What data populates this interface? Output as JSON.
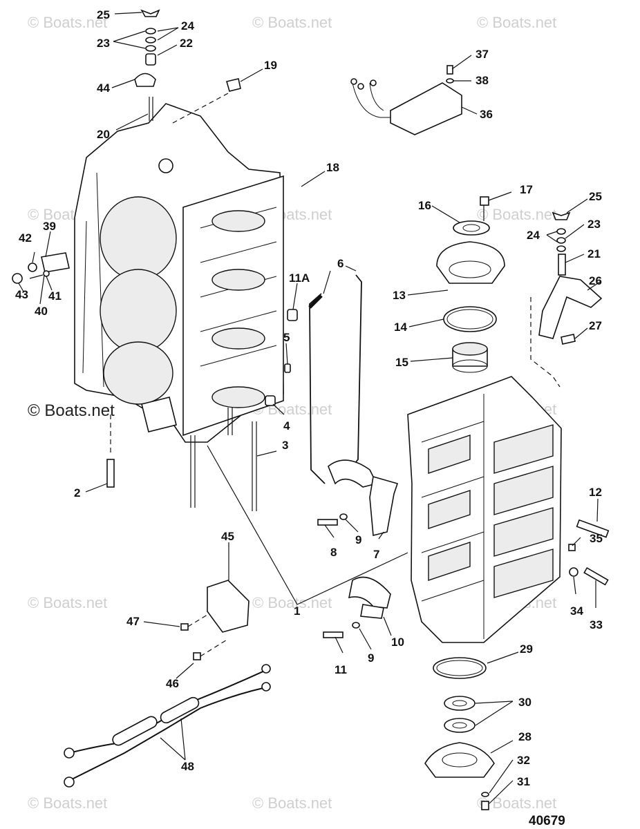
{
  "watermark": "© Boats.net",
  "figure_id": "40679",
  "labels": {
    "l1": "1",
    "l2": "2",
    "l3": "3",
    "l4": "4",
    "l5": "5",
    "l6": "6",
    "l7": "7",
    "l8": "8",
    "l9a": "9",
    "l9b": "9",
    "l10": "10",
    "l11": "11",
    "l11a": "11A",
    "l12": "12",
    "l13": "13",
    "l14": "14",
    "l15": "15",
    "l16": "16",
    "l17": "17",
    "l18": "18",
    "l19": "19",
    "l20": "20",
    "l21": "21",
    "l22": "22",
    "l23a": "23",
    "l23b": "23",
    "l24a": "24",
    "l24b": "24",
    "l25a": "25",
    "l25b": "25",
    "l26": "26",
    "l27": "27",
    "l28": "28",
    "l29": "29",
    "l30": "30",
    "l31": "31",
    "l32": "32",
    "l33": "33",
    "l34": "34",
    "l35": "35",
    "l36": "36",
    "l37": "37",
    "l38": "38",
    "l39": "39",
    "l40": "40",
    "l41": "41",
    "l42": "42",
    "l43": "43",
    "l44": "44",
    "l45": "45",
    "l46": "46",
    "l47": "47",
    "l48": "48"
  }
}
